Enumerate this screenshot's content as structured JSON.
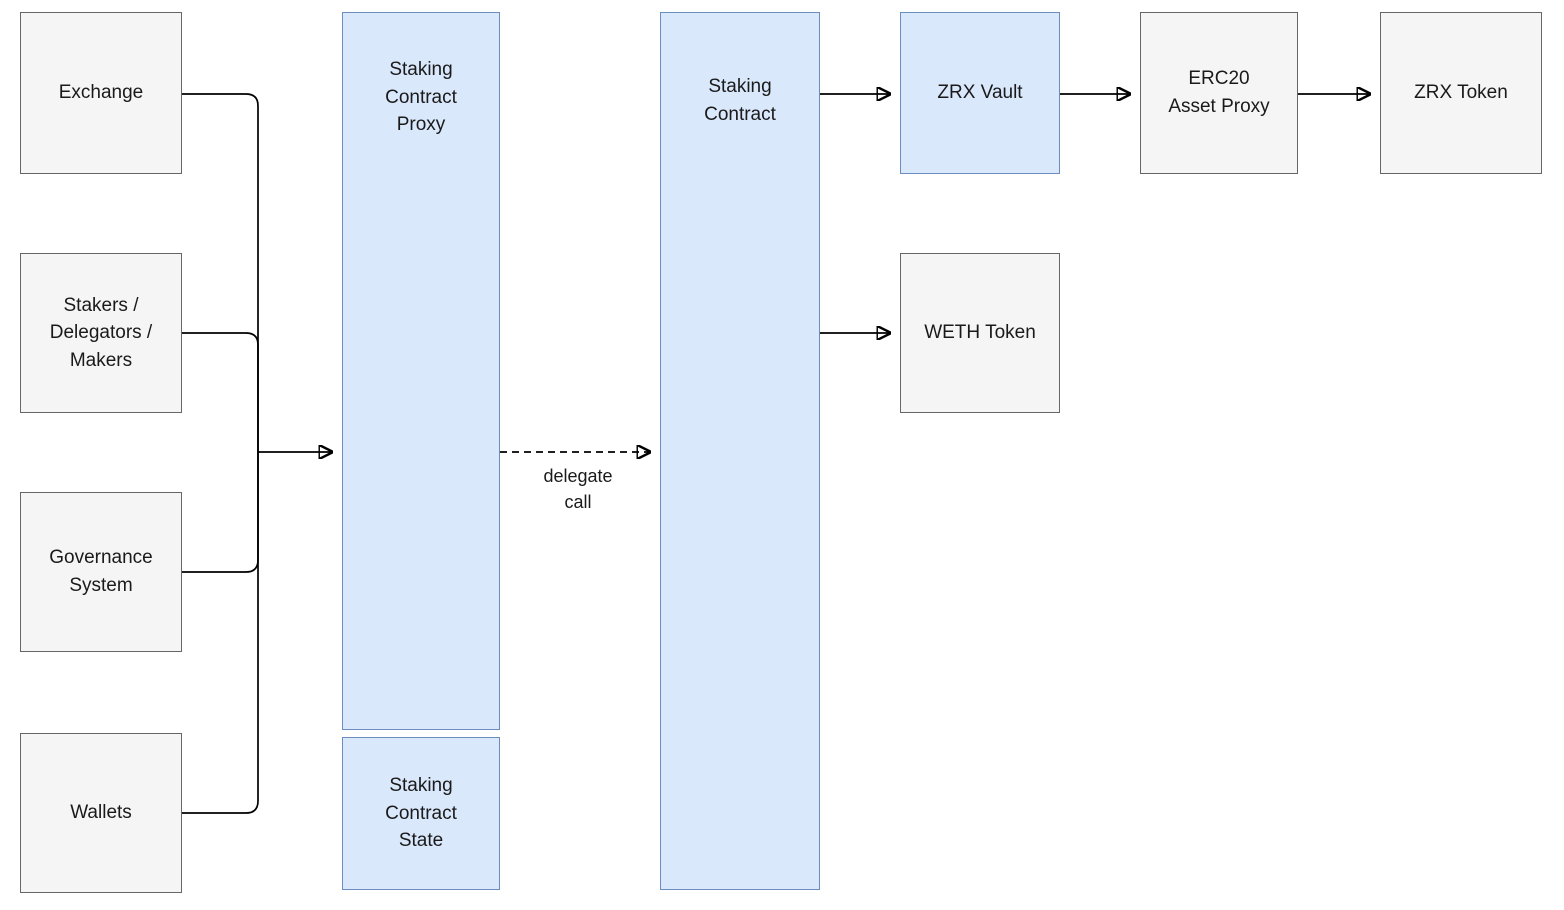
{
  "diagram": {
    "type": "architecture-flow-diagram",
    "nodes": {
      "exchange": {
        "label": "Exchange",
        "style": "gray"
      },
      "stakers_delegators_makers": {
        "label": "Stakers /\nDelegators /\nMakers",
        "style": "gray"
      },
      "governance_system": {
        "label": "Governance\nSystem",
        "style": "gray"
      },
      "wallets": {
        "label": "Wallets",
        "style": "gray"
      },
      "staking_contract_proxy": {
        "label": "Staking\nContract\nProxy",
        "style": "blue"
      },
      "staking_contract_state": {
        "label": "Staking\nContract\nState",
        "style": "blue"
      },
      "staking_contract": {
        "label": "Staking\nContract",
        "style": "blue"
      },
      "zrx_vault": {
        "label": "ZRX Vault",
        "style": "blue"
      },
      "weth_token": {
        "label": "WETH Token",
        "style": "gray"
      },
      "erc20_asset_proxy": {
        "label": "ERC20\nAsset Proxy",
        "style": "gray"
      },
      "zrx_token": {
        "label": "ZRX Token",
        "style": "gray"
      }
    },
    "edges": {
      "delegate_call_label": "delegate\ncall",
      "list": [
        {
          "from": "exchange",
          "to": "staking_contract_proxy",
          "style": "solid-merged"
        },
        {
          "from": "stakers_delegators_makers",
          "to": "staking_contract_proxy",
          "style": "solid-merged"
        },
        {
          "from": "governance_system",
          "to": "staking_contract_proxy",
          "style": "solid-merged"
        },
        {
          "from": "wallets",
          "to": "staking_contract_proxy",
          "style": "solid-merged"
        },
        {
          "from": "staking_contract_proxy",
          "to": "staking_contract",
          "style": "dashed",
          "label": "delegate call"
        },
        {
          "from": "staking_contract",
          "to": "zrx_vault",
          "style": "solid"
        },
        {
          "from": "staking_contract",
          "to": "weth_token",
          "style": "solid"
        },
        {
          "from": "zrx_vault",
          "to": "erc20_asset_proxy",
          "style": "solid"
        },
        {
          "from": "erc20_asset_proxy",
          "to": "zrx_token",
          "style": "solid"
        }
      ]
    },
    "colors": {
      "node_fill_gray": "#f5f5f5",
      "node_border_gray": "#666666",
      "node_fill_blue": "#dae8fc",
      "node_border_blue": "#6c8ebf",
      "edge_stroke": "#000000",
      "text": "#1a1a1a",
      "background": "#ffffff"
    }
  }
}
